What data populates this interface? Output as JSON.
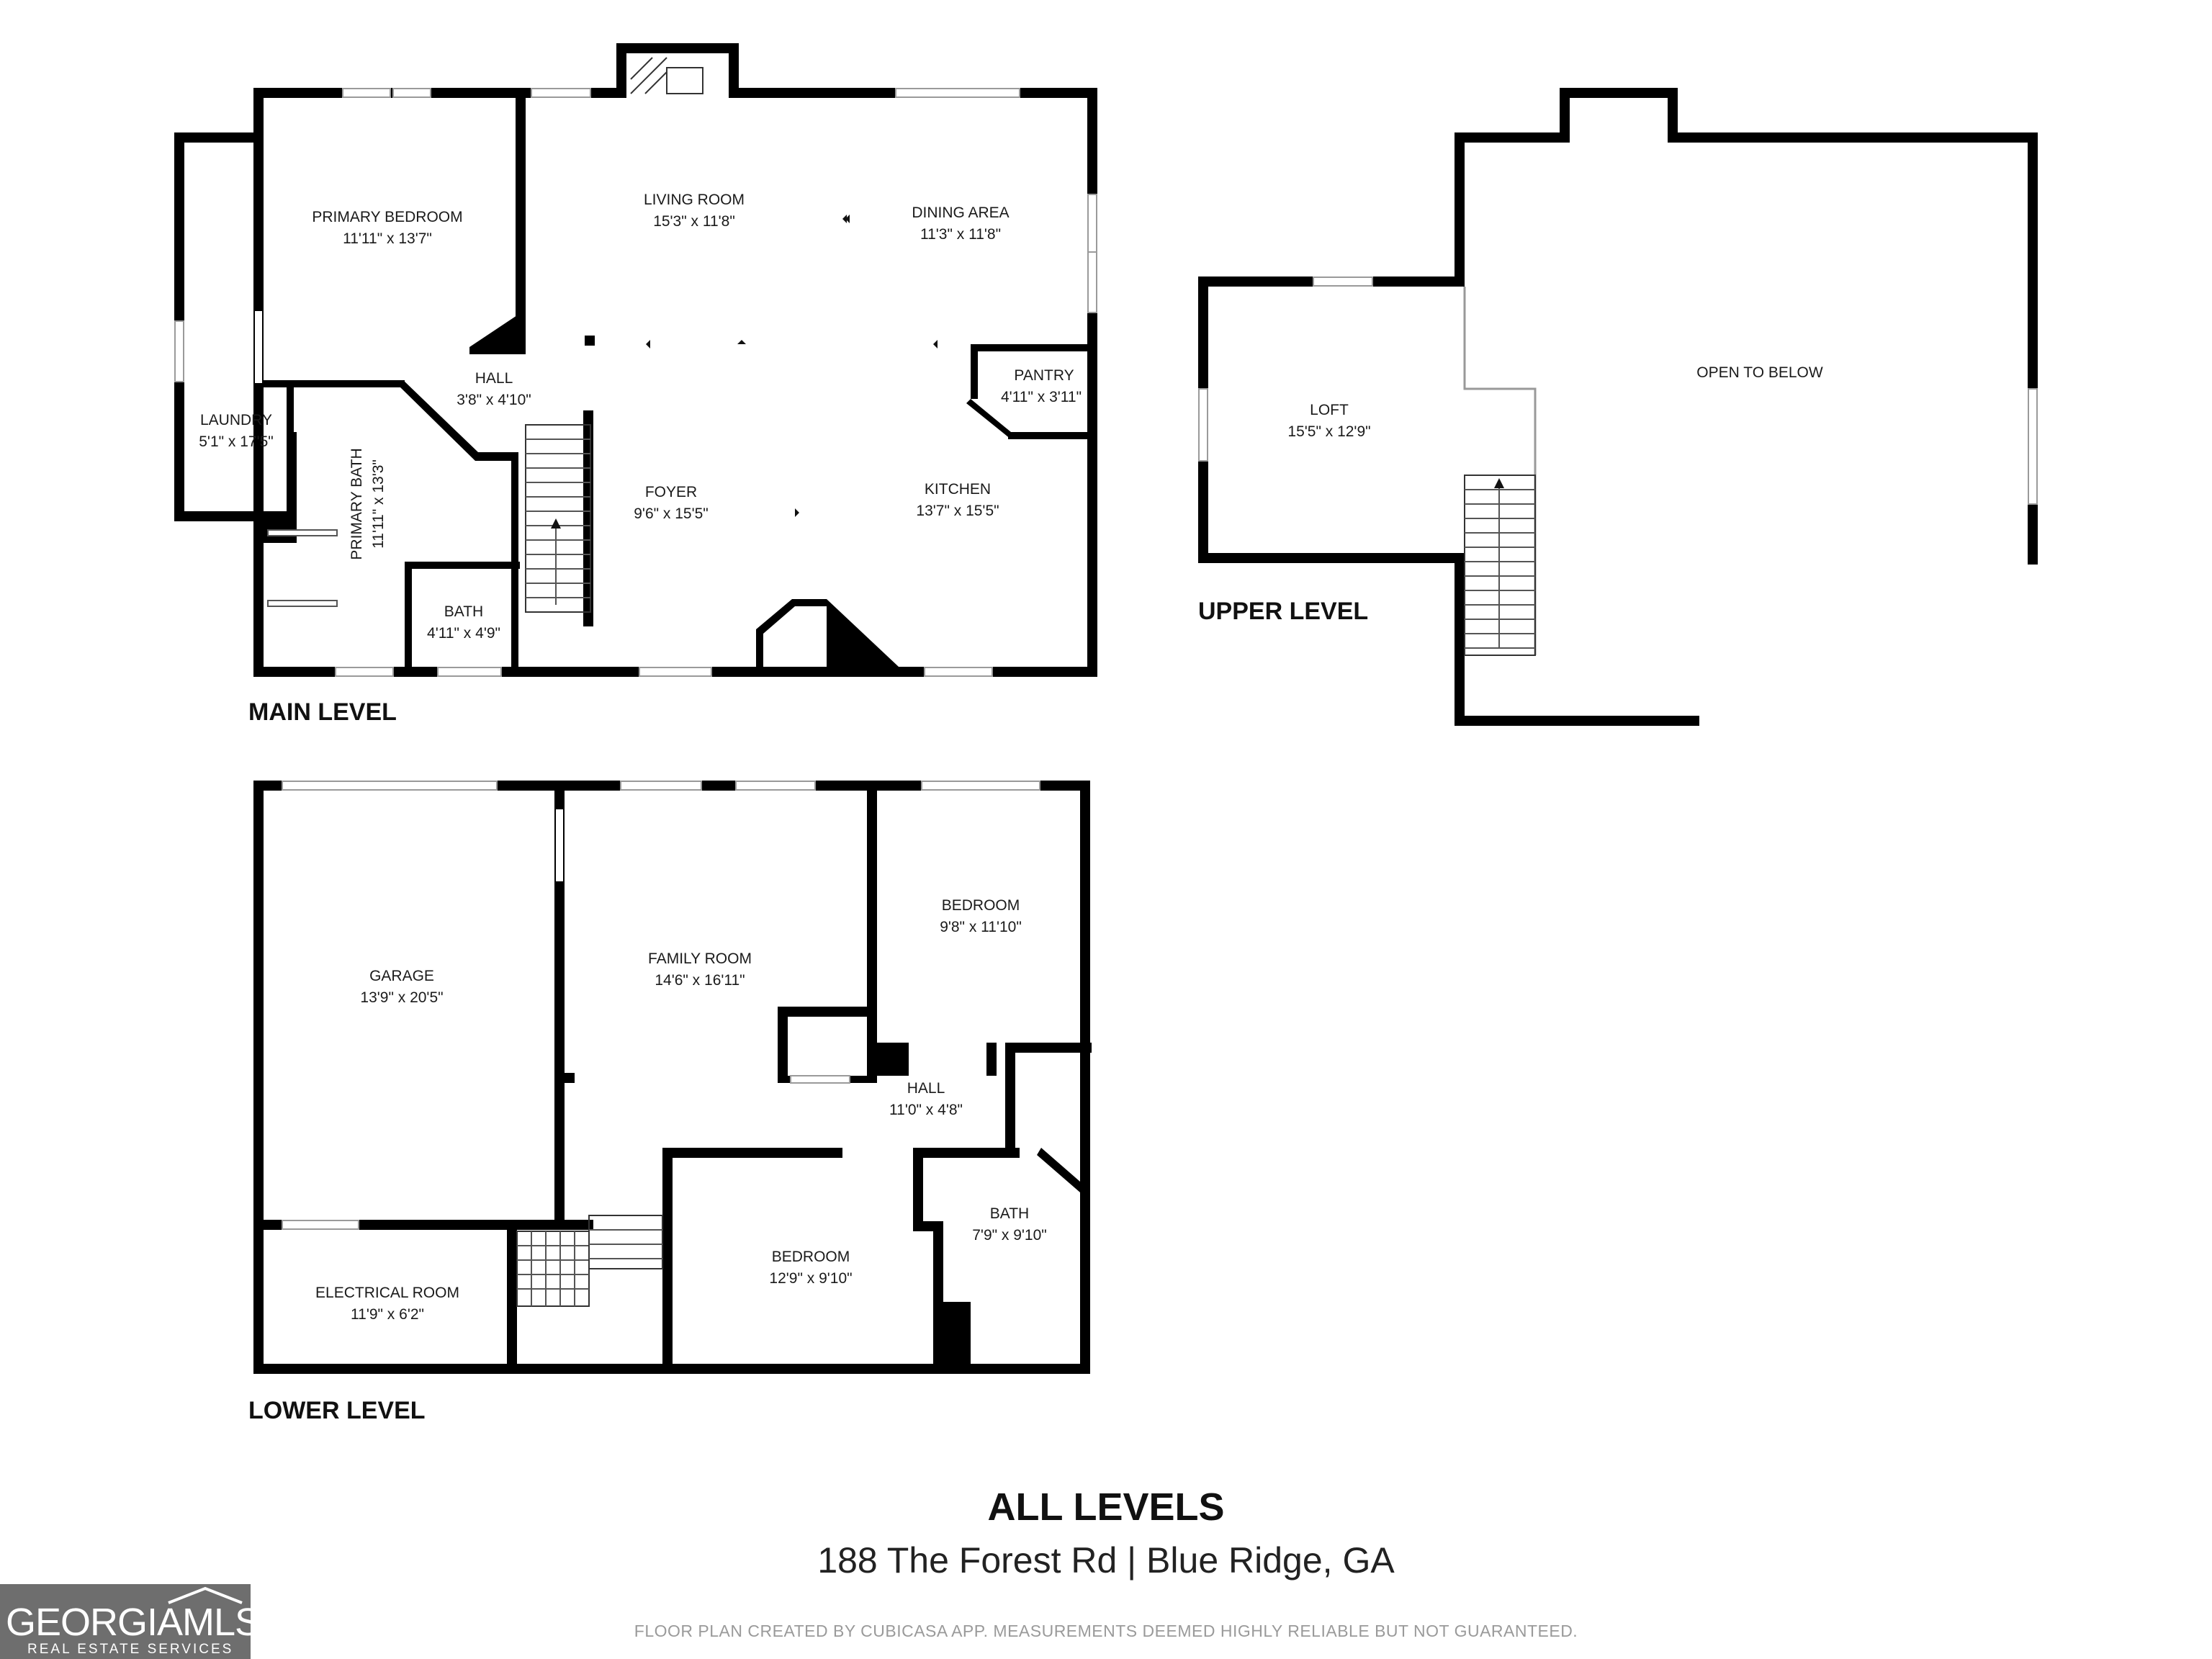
{
  "main_level": {
    "label": "MAIN LEVEL",
    "rooms": [
      {
        "id": "primary-bedroom",
        "name": "PRIMARY BEDROOM",
        "dim": "11'11\" x 13'7\""
      },
      {
        "id": "living-room",
        "name": "LIVING ROOM",
        "dim": "15'3\" x 11'8\""
      },
      {
        "id": "dining-area",
        "name": "DINING AREA",
        "dim": "11'3\" x 11'8\""
      },
      {
        "id": "hall",
        "name": "HALL",
        "dim": "3'8\" x 4'10\""
      },
      {
        "id": "pantry",
        "name": "PANTRY",
        "dim": "4'11\" x 3'11\""
      },
      {
        "id": "laundry",
        "name": "LAUNDRY",
        "dim": "5'1\" x 17'5\""
      },
      {
        "id": "primary-bath",
        "name": "PRIMARY BATH",
        "dim": "11'11\" x 13'3\""
      },
      {
        "id": "foyer",
        "name": "FOYER",
        "dim": "9'6\" x 15'5\""
      },
      {
        "id": "kitchen",
        "name": "KITCHEN",
        "dim": "13'7\" x 15'5\""
      },
      {
        "id": "bath",
        "name": "BATH",
        "dim": "4'11\" x 4'9\""
      }
    ]
  },
  "upper_level": {
    "label": "UPPER LEVEL",
    "rooms": [
      {
        "id": "loft",
        "name": "LOFT",
        "dim": "15'5\" x 12'9\""
      },
      {
        "id": "open-to-below",
        "name": "OPEN TO BELOW",
        "dim": ""
      }
    ]
  },
  "lower_level": {
    "label": "LOWER LEVEL",
    "rooms": [
      {
        "id": "garage",
        "name": "GARAGE",
        "dim": "13'9\" x 20'5\""
      },
      {
        "id": "family-room",
        "name": "FAMILY ROOM",
        "dim": "14'6\" x 16'11\""
      },
      {
        "id": "bedroom-1",
        "name": "BEDROOM",
        "dim": "9'8\" x 11'10\""
      },
      {
        "id": "hall",
        "name": "HALL",
        "dim": "11'0\" x 4'8\""
      },
      {
        "id": "bath",
        "name": "BATH",
        "dim": "7'9\" x 9'10\""
      },
      {
        "id": "bedroom-2",
        "name": "BEDROOM",
        "dim": "12'9\" x 9'10\""
      },
      {
        "id": "electrical-room",
        "name": "ELECTRICAL ROOM",
        "dim": "11'9\" x 6'2\""
      }
    ]
  },
  "footer": {
    "title": "ALL LEVELS",
    "address": "188 The Forest Rd | Blue Ridge, GA",
    "disclaimer": "FLOOR PLAN CREATED BY CUBICASA APP. MEASUREMENTS DEEMED HIGHLY RELIABLE BUT NOT GUARANTEED."
  },
  "logo": {
    "main": "GEORGIAMLS",
    "sub": "REAL ESTATE SERVICES"
  }
}
